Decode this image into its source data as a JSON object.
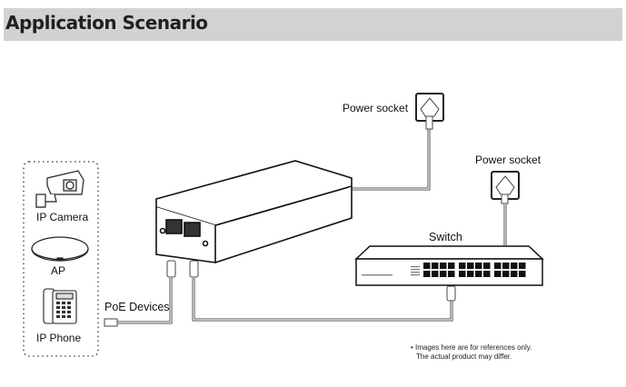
{
  "header": {
    "title": "Application Scenario"
  },
  "devices": {
    "group_label": "PoE Devices",
    "items": [
      {
        "label": "IP Camera",
        "icon": "ip-camera-icon"
      },
      {
        "label": "AP",
        "icon": "access-point-icon"
      },
      {
        "label": "IP Phone",
        "icon": "ip-phone-icon"
      }
    ]
  },
  "injector": {
    "icon": "poe-injector-icon"
  },
  "switch": {
    "label": "Switch",
    "icon": "network-switch-icon",
    "ports": 24
  },
  "power_sockets": [
    {
      "label": "Power socket",
      "icon": "power-socket-icon"
    },
    {
      "label": "Power socket",
      "icon": "power-socket-icon"
    }
  ],
  "note": {
    "line1": "• Images here are for references only.",
    "line2": "The actual product may differ."
  }
}
